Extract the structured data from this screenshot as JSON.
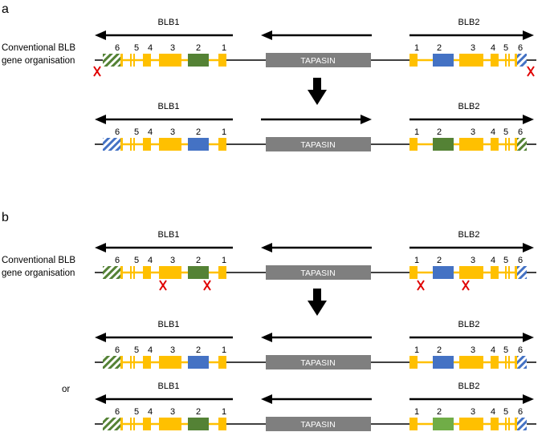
{
  "panels": [
    {
      "label": "a",
      "rows": [
        {
          "caption": [
            "Conventional BLB",
            "gene organisation"
          ],
          "blb1_label": "BLB1",
          "blb2_label": "BLB2",
          "tapasin_label": "TAPASIN",
          "tapasin_arrow": "left",
          "blb1_exon2": "dkgreen",
          "blb2_exon2": "blue",
          "blb1_ex6": "green-hatch",
          "blb2_ex6": "blue-hatch",
          "x_marks": [
            "blb1-flank",
            "blb2-flank"
          ],
          "exon_numbers": [
            "1",
            "2",
            "3",
            "4",
            "5",
            "6"
          ]
        },
        {
          "caption": [],
          "blb1_label": "BLB1",
          "blb2_label": "BLB2",
          "tapasin_label": "TAPASIN",
          "tapasin_arrow": "right",
          "blb1_exon2": "blue",
          "blb2_exon2": "dkgreen",
          "blb1_ex6": "blue-hatch",
          "blb2_ex6": "green-hatch",
          "x_marks": [],
          "exon_numbers": [
            "1",
            "2",
            "3",
            "4",
            "5",
            "6"
          ]
        }
      ]
    },
    {
      "label": "b",
      "rows": [
        {
          "caption": [
            "Conventional BLB",
            "gene organisation"
          ],
          "blb1_label": "BLB1",
          "blb2_label": "BLB2",
          "tapasin_label": "TAPASIN",
          "tapasin_arrow": "left",
          "blb1_exon2": "dkgreen",
          "blb2_exon2": "blue",
          "blb1_ex6": "green-hatch",
          "blb2_ex6": "blue-hatch",
          "x_marks": [
            "blb1-e3",
            "blb1-e1",
            "blb2-e1",
            "blb2-e3"
          ],
          "exon_numbers": [
            "1",
            "2",
            "3",
            "4",
            "5",
            "6"
          ]
        },
        {
          "caption": [],
          "blb1_label": "BLB1",
          "blb2_label": "BLB2",
          "tapasin_label": "TAPASIN",
          "tapasin_arrow": "left",
          "blb1_exon2": "blue",
          "blb2_exon2": "blue",
          "blb1_ex6": "green-hatch",
          "blb2_ex6": "blue-hatch",
          "x_marks": [],
          "exon_numbers": [
            "1",
            "2",
            "3",
            "4",
            "5",
            "6"
          ]
        },
        {
          "caption": [],
          "blb1_label": "BLB1",
          "blb2_label": "BLB2",
          "tapasin_label": "TAPASIN",
          "tapasin_arrow": "left",
          "blb1_exon2": "dkgreen",
          "blb2_exon2": "ltgreen",
          "blb1_ex6": "green-hatch",
          "blb2_ex6": "blue-hatch",
          "x_marks": [],
          "exon_numbers": [
            "1",
            "2",
            "3",
            "4",
            "5",
            "6"
          ]
        }
      ]
    }
  ],
  "or_label": "or",
  "colors": {
    "exon": "#FFC000",
    "blue": "#4472C4",
    "dkgreen": "#548235",
    "ltgreen": "#70AD47",
    "tapasin": "#7F7F7F",
    "x_mark": "#E00000"
  }
}
